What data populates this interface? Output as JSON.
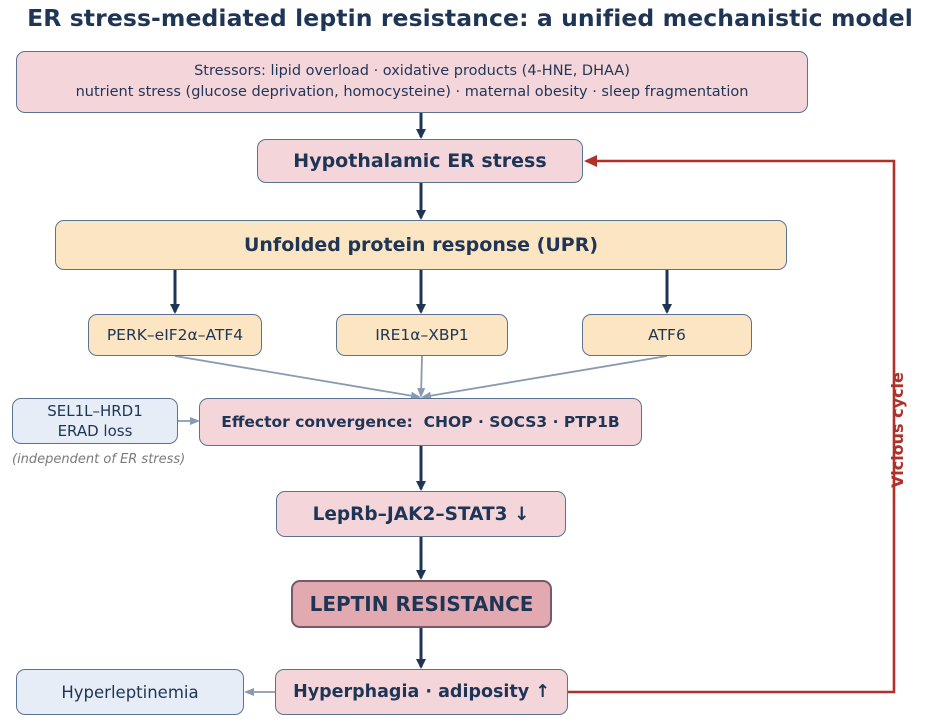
{
  "title": "ER stress-mediated leptin resistance: a unified mechanistic model",
  "nodes": {
    "stressors_line1": "Stressors: lipid overload · oxidative products (4-HNE, DHAA)",
    "stressors_line2": "nutrient stress (glucose deprivation, homocysteine) · maternal obesity · sleep fragmentation",
    "er_stress": "Hypothalamic ER stress",
    "upr": "Unfolded protein response (UPR)",
    "perk": "PERK–eIF2α–ATF4",
    "ire1": "IRE1α–XBP1",
    "atf6": "ATF6",
    "sel1l_line1": "SEL1L–HRD1",
    "sel1l_line2": "ERAD loss",
    "sel1l_note": "(independent of ER stress)",
    "effector": "Effector convergence:  CHOP · SOCS3 · PTP1B",
    "leprb": "LepRb–JAK2–STAT3 ↓",
    "leptin_resistance": "LEPTIN RESISTANCE",
    "hyperphagia": "Hyperphagia · adiposity ↑",
    "hyperleptinemia": "Hyperleptinemia"
  },
  "feedback_label": "Vicious cycle",
  "colors": {
    "title": "#1f3556",
    "pink_box": "#f4d6da",
    "peach_box": "#fbe5c2",
    "blue_box": "#e6edf6",
    "highlight_box": "#e2aab0",
    "main_arrow": "#1f3556",
    "grey_arrow": "#8a9ab0",
    "feedback": "#b0302a"
  }
}
